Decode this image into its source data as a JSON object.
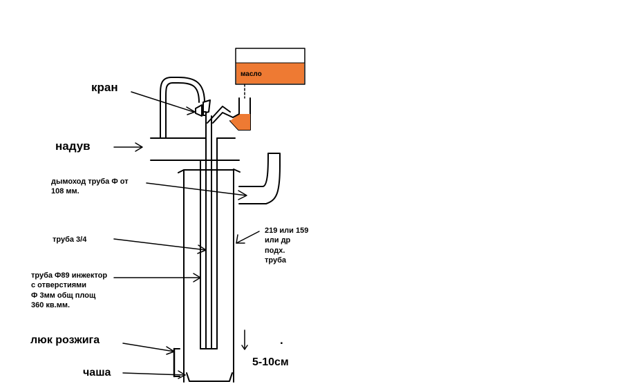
{
  "labels": {
    "kran": "кран",
    "naduv": "надув",
    "maslo": "масло",
    "dymokhod": "дымоход труба Ф от\n108 мм.",
    "truba34": "труба 3/4",
    "injector": "труба Ф89 инжектор\nс отверстиями\nФ 3мм общ площ\n360 кв.мм.",
    "outer_pipe": "219 или 159\nили др\nподх.\nтруба",
    "lyuk": "люк розжига",
    "chasha": "чаша",
    "gap": "5-10см",
    "dot": "."
  },
  "colors": {
    "oil": "#ee7a33",
    "line": "#000000",
    "background": "#ffffff"
  }
}
